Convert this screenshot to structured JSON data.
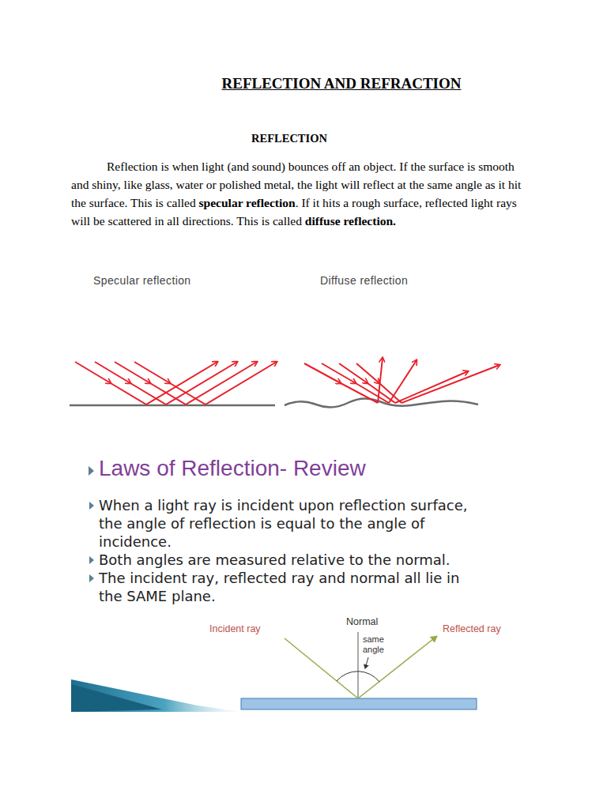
{
  "diagram": {
    "title": "REFLECTION AND REFRACTION",
    "labels": [
      "REFLECTION",
      "Reflection is when light (and sound) bounces off an object. If the surface is smooth and shiny, like glass, water or polished metal, the light will reflect at the same angle as it hit the surface. This is called",
      "specular reflection",
      ". If it hits a rough surface, reflected light rays will be scattered in all directions. This is called",
      "diffuse reflection.",
      "Specular reflection",
      "Diffuse reflection",
      "Laws of Reflection- Review",
      "When a light ray is incident upon reflection surface, the angle of reflection is equal to the angle of incidence.",
      "Both angles are measured relative to the normal.",
      "The incident ray, reflected ray and normal all lie in the SAME plane.",
      "Incident ray",
      "Normal",
      "Reflected ray",
      "same angle"
    ]
  }
}
